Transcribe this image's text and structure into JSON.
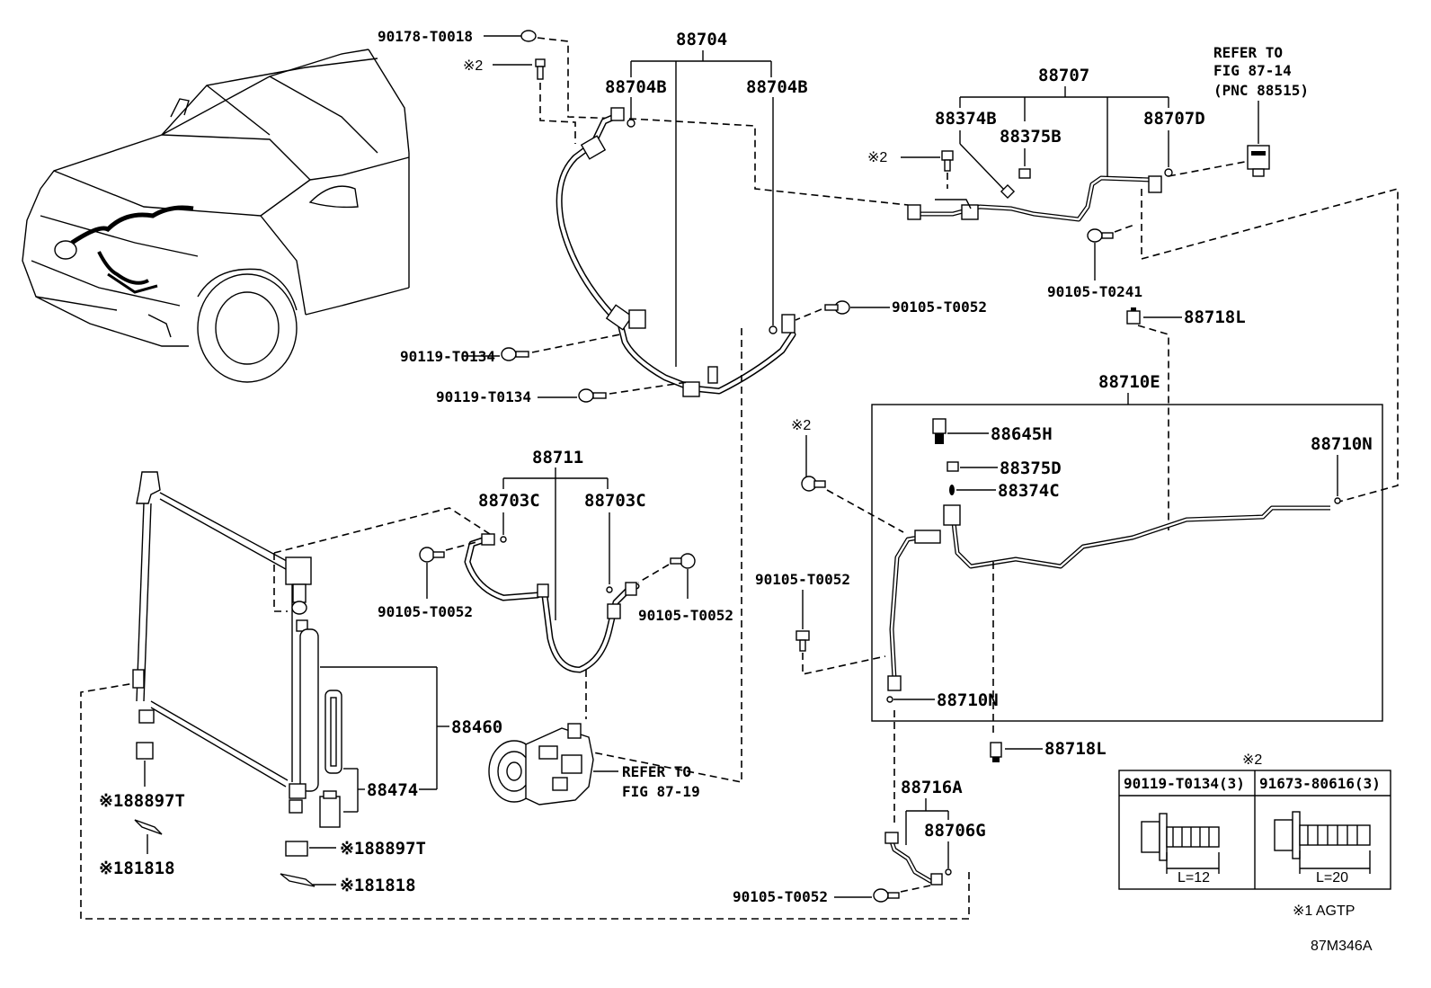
{
  "figure_code": "87M346A",
  "labels": {
    "p90178_T0018": "90178-T0018",
    "mark2_a": "※2",
    "p88704": "88704",
    "p88704B_left": "88704B",
    "p88704B_right": "88704B",
    "p88707": "88707",
    "p88374B": "88374B",
    "p88375B": "88375B",
    "p88707D": "88707D",
    "mark2_b": "※2",
    "p90105_T0241": "90105-T0241",
    "p90105_T0052_top": "90105-T0052",
    "p88718L_top": "88718L",
    "p90119_T0134_a": "90119-T0134",
    "p90119_T0134_b": "90119-T0134",
    "p88710E": "88710E",
    "mark2_c": "※2",
    "p88645H": "88645H",
    "p88375D": "88375D",
    "p88374C": "88374C",
    "p88710N_right": "88710N",
    "p88711": "88711",
    "p88703C_left": "88703C",
    "p88703C_right": "88703C",
    "p90105_T0052_left": "90105-T0052",
    "p90105_T0052_mid": "90105-T0052",
    "p90105_T0052_right": "90105-T0052",
    "p88710N_bottom": "88710N",
    "p88460": "88460",
    "p88474": "88474",
    "p88897T_a": "※188897T",
    "p81818_a": "※181818",
    "p88897T_b": "※188897T",
    "p81818_b": "※181818",
    "p88718L_bottom": "88718L",
    "p88716A": "88716A",
    "p88706G": "88706G",
    "p90105_T0052_bottom": "90105-T0052"
  },
  "refer": {
    "fig87_14_line1": "REFER TO",
    "fig87_14_line2": "FIG 87-14",
    "fig87_14_line3": "(PNC 88515)",
    "fig87_19_line1": "REFER TO",
    "fig87_19_line2": "FIG 87-19"
  },
  "bolt_table": {
    "mark": "※2",
    "col1_header": "90119-T0134(3)",
    "col2_header": "91673-80616(3)",
    "col1_length": "L=12",
    "col2_length": "L=20"
  },
  "notes": {
    "mark1": "※1 AGTP"
  }
}
